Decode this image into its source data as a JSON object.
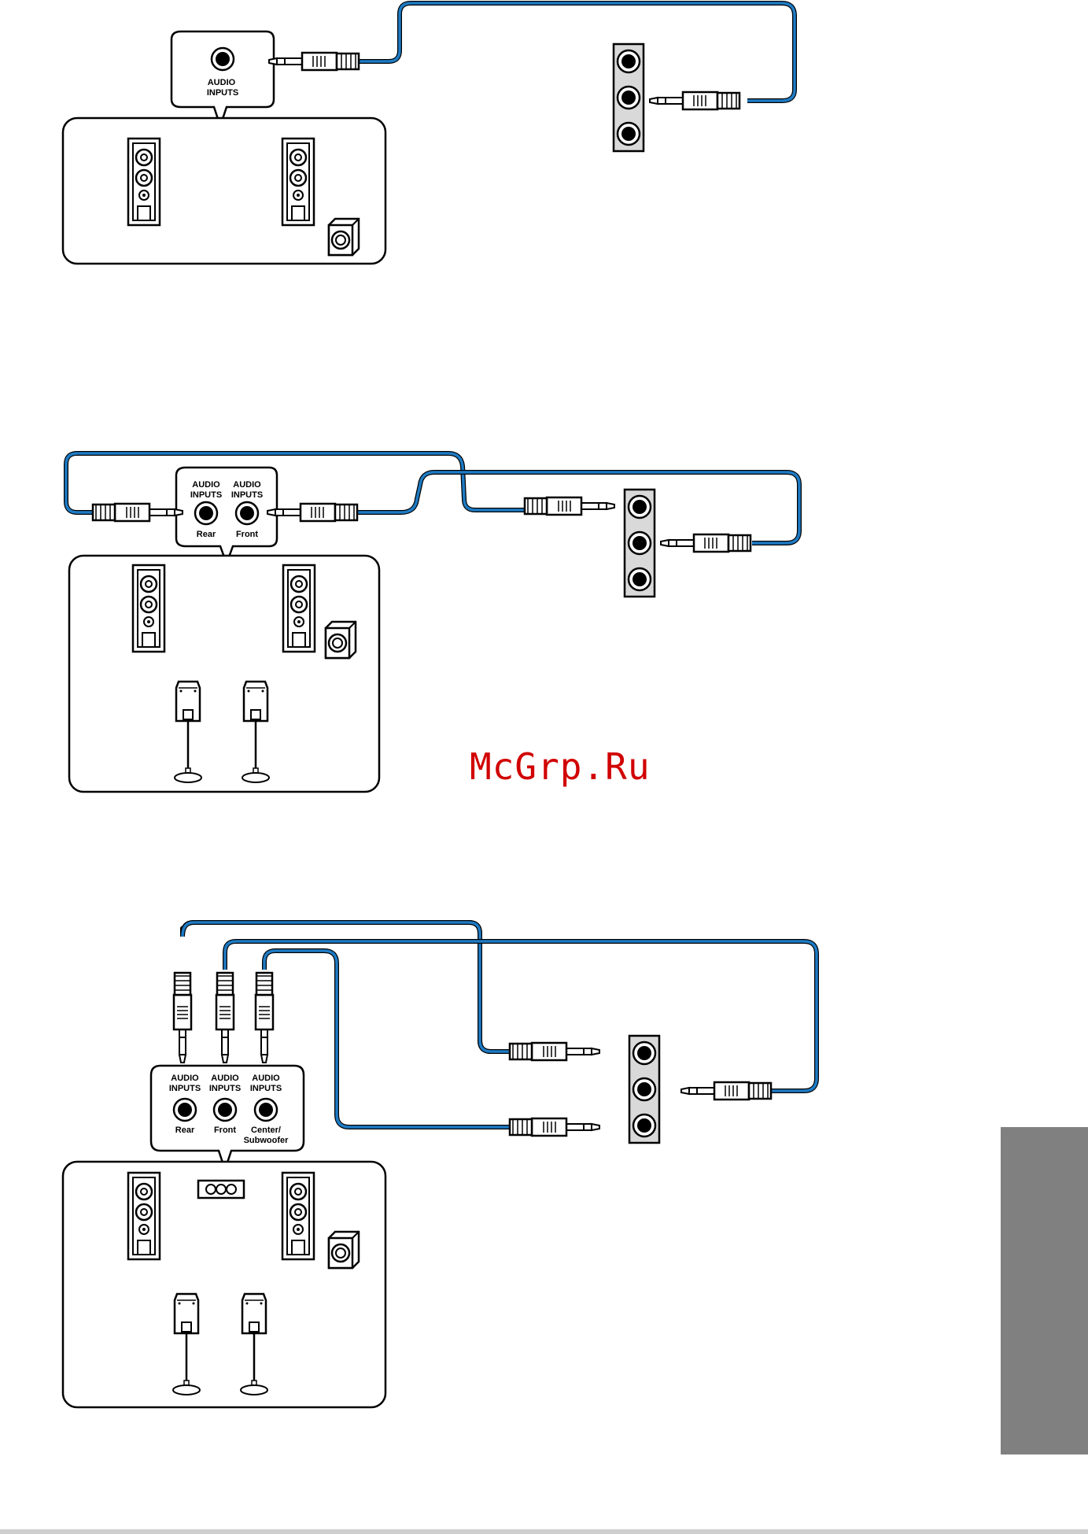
{
  "page": {
    "watermark": "McGrp.Ru",
    "section_tab": "",
    "side_tab_color": "#808080"
  },
  "colors": {
    "cable": "#1e7bc4",
    "outline": "#000000",
    "jack_fill": "#d9d9d9"
  },
  "diagram1": {
    "audio_inputs_label": "AUDIO\nINPUTS"
  },
  "diagram2": {
    "inputs": [
      {
        "title": "AUDIO\nINPUTS",
        "sub": "Rear"
      },
      {
        "title": "AUDIO\nINPUTS",
        "sub": "Front"
      }
    ]
  },
  "diagram3": {
    "inputs": [
      {
        "title": "AUDIO\nINPUTS",
        "sub": "Rear"
      },
      {
        "title": "AUDIO\nINPUTS",
        "sub": "Front"
      },
      {
        "title": "AUDIO\nINPUTS",
        "sub": "Center/\nSubwoofer"
      }
    ]
  }
}
